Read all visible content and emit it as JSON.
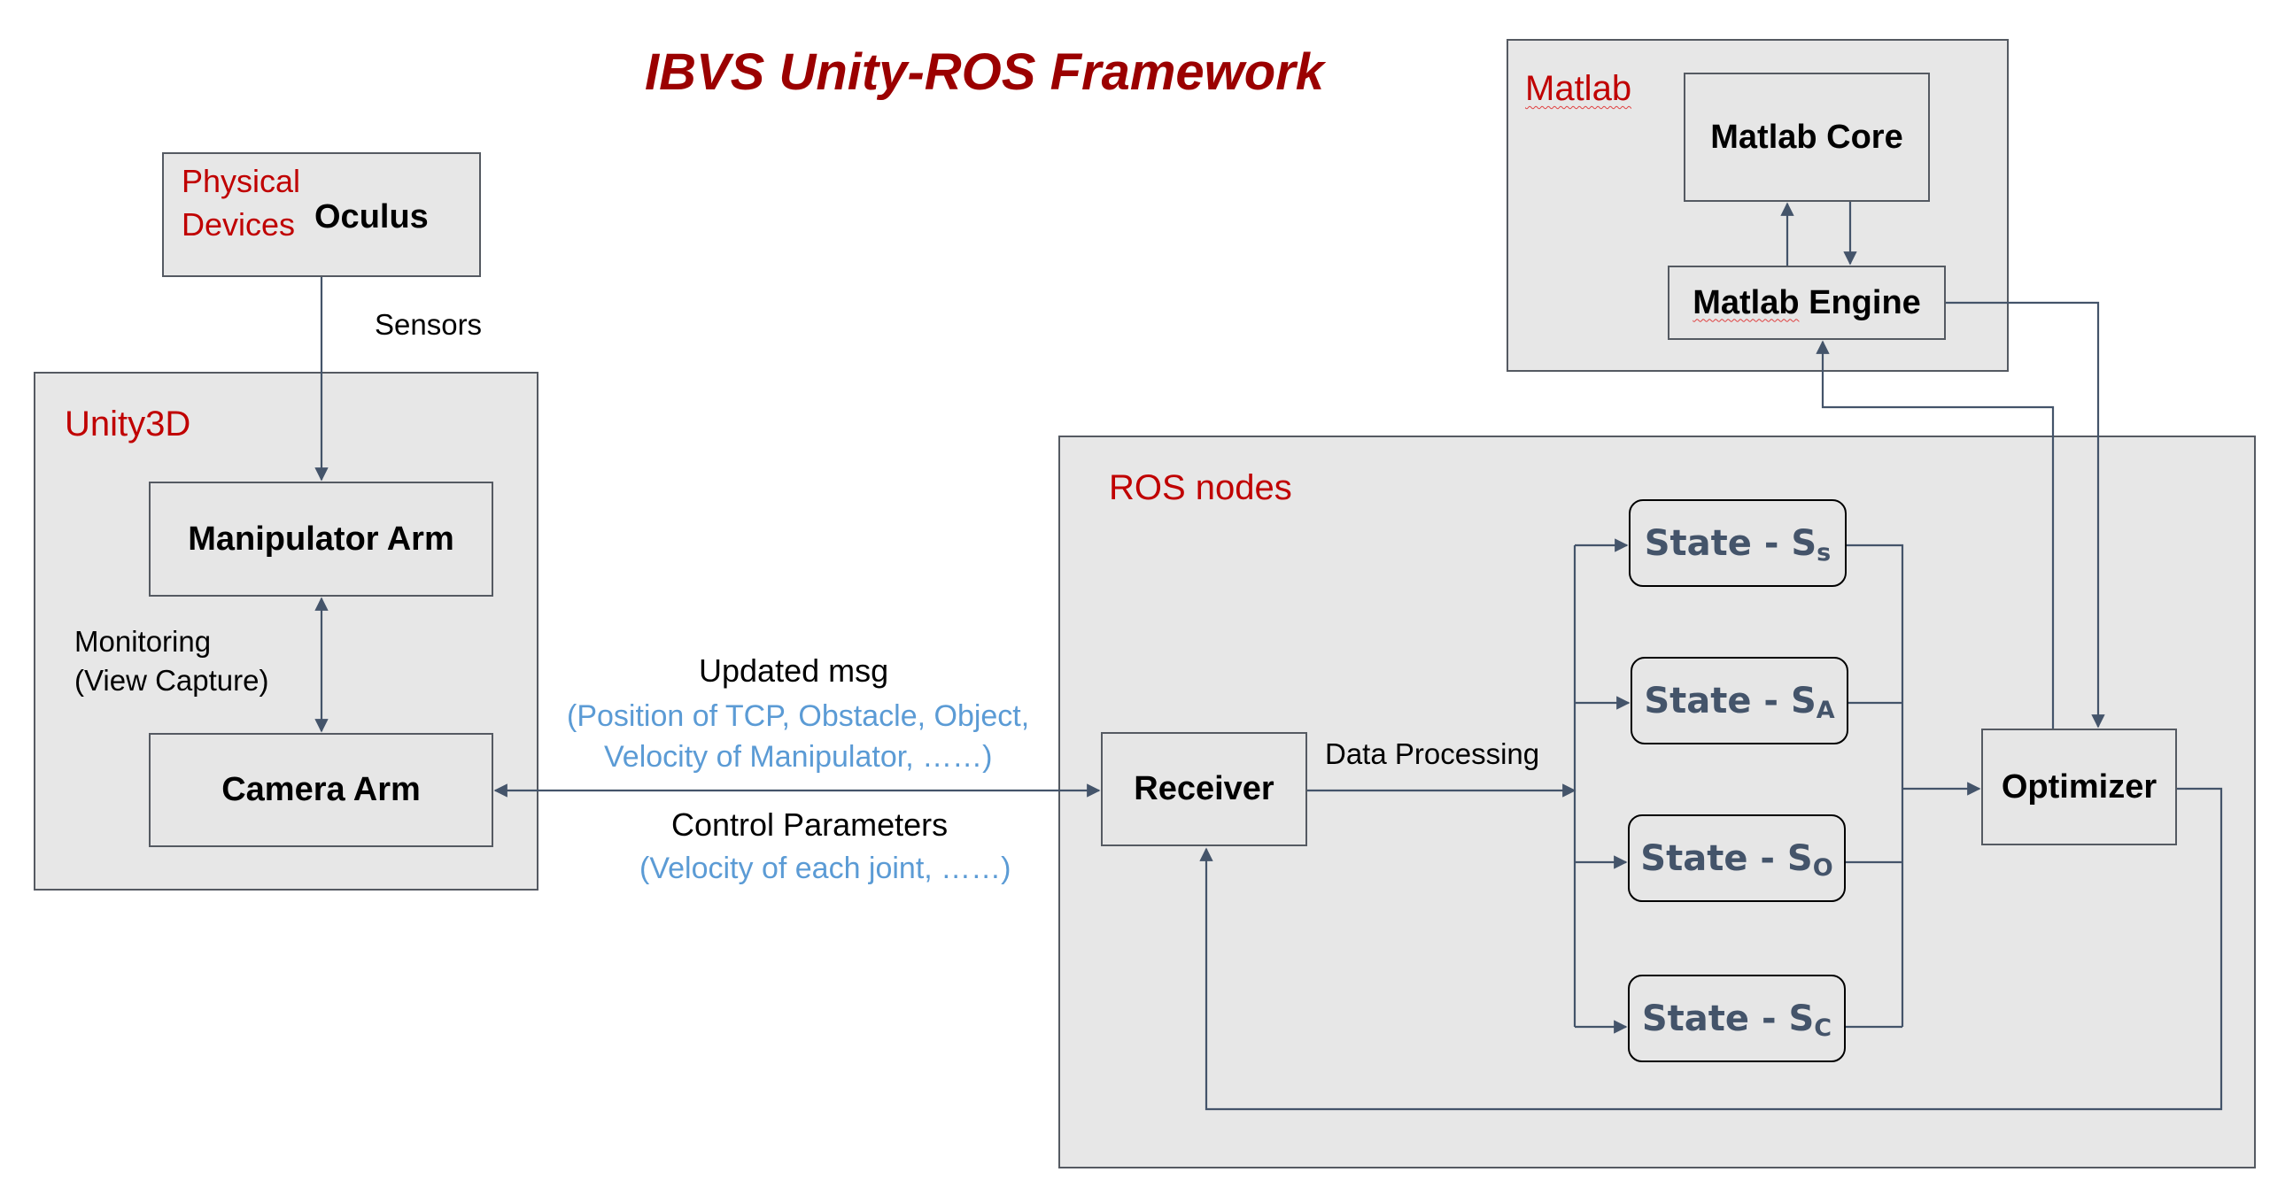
{
  "title": "IBVS Unity-ROS Framework",
  "physical": {
    "label_line1": "Physical",
    "label_line2": "Devices",
    "device": "Oculus"
  },
  "sensors_label": "Sensors",
  "unity": {
    "label": "Unity3D",
    "manipulator": "Manipulator Arm",
    "camera": "Camera Arm",
    "monitor_line1": "Monitoring",
    "monitor_line2": "(View Capture)"
  },
  "link": {
    "updated_msg": "Updated msg",
    "updated_detail_line1": "(Position of TCP, Obstacle, Object,",
    "updated_detail_line2": "Velocity of Manipulator, ……)",
    "control_params": "Control Parameters",
    "control_detail": "(Velocity of each joint, ……)"
  },
  "matlab": {
    "label": "Matlab",
    "core": "Matlab Core",
    "engine_word1": "Matlab",
    "engine_word2": " Engine"
  },
  "ros": {
    "label": "ROS nodes",
    "receiver": "Receiver",
    "data_processing": "Data Processing",
    "optimizer": "Optimizer",
    "states": [
      {
        "prefix": "State - S",
        "sub": "s"
      },
      {
        "prefix": "State - S",
        "sub": "A"
      },
      {
        "prefix": "State - S",
        "sub": "O"
      },
      {
        "prefix": "State - S",
        "sub": "C"
      }
    ]
  },
  "colors": {
    "line": "#44546a",
    "red_label": "#c00000",
    "title": "#9b0000",
    "detail_blue": "#5b9bd5",
    "box_fill": "#e7e7e7"
  }
}
